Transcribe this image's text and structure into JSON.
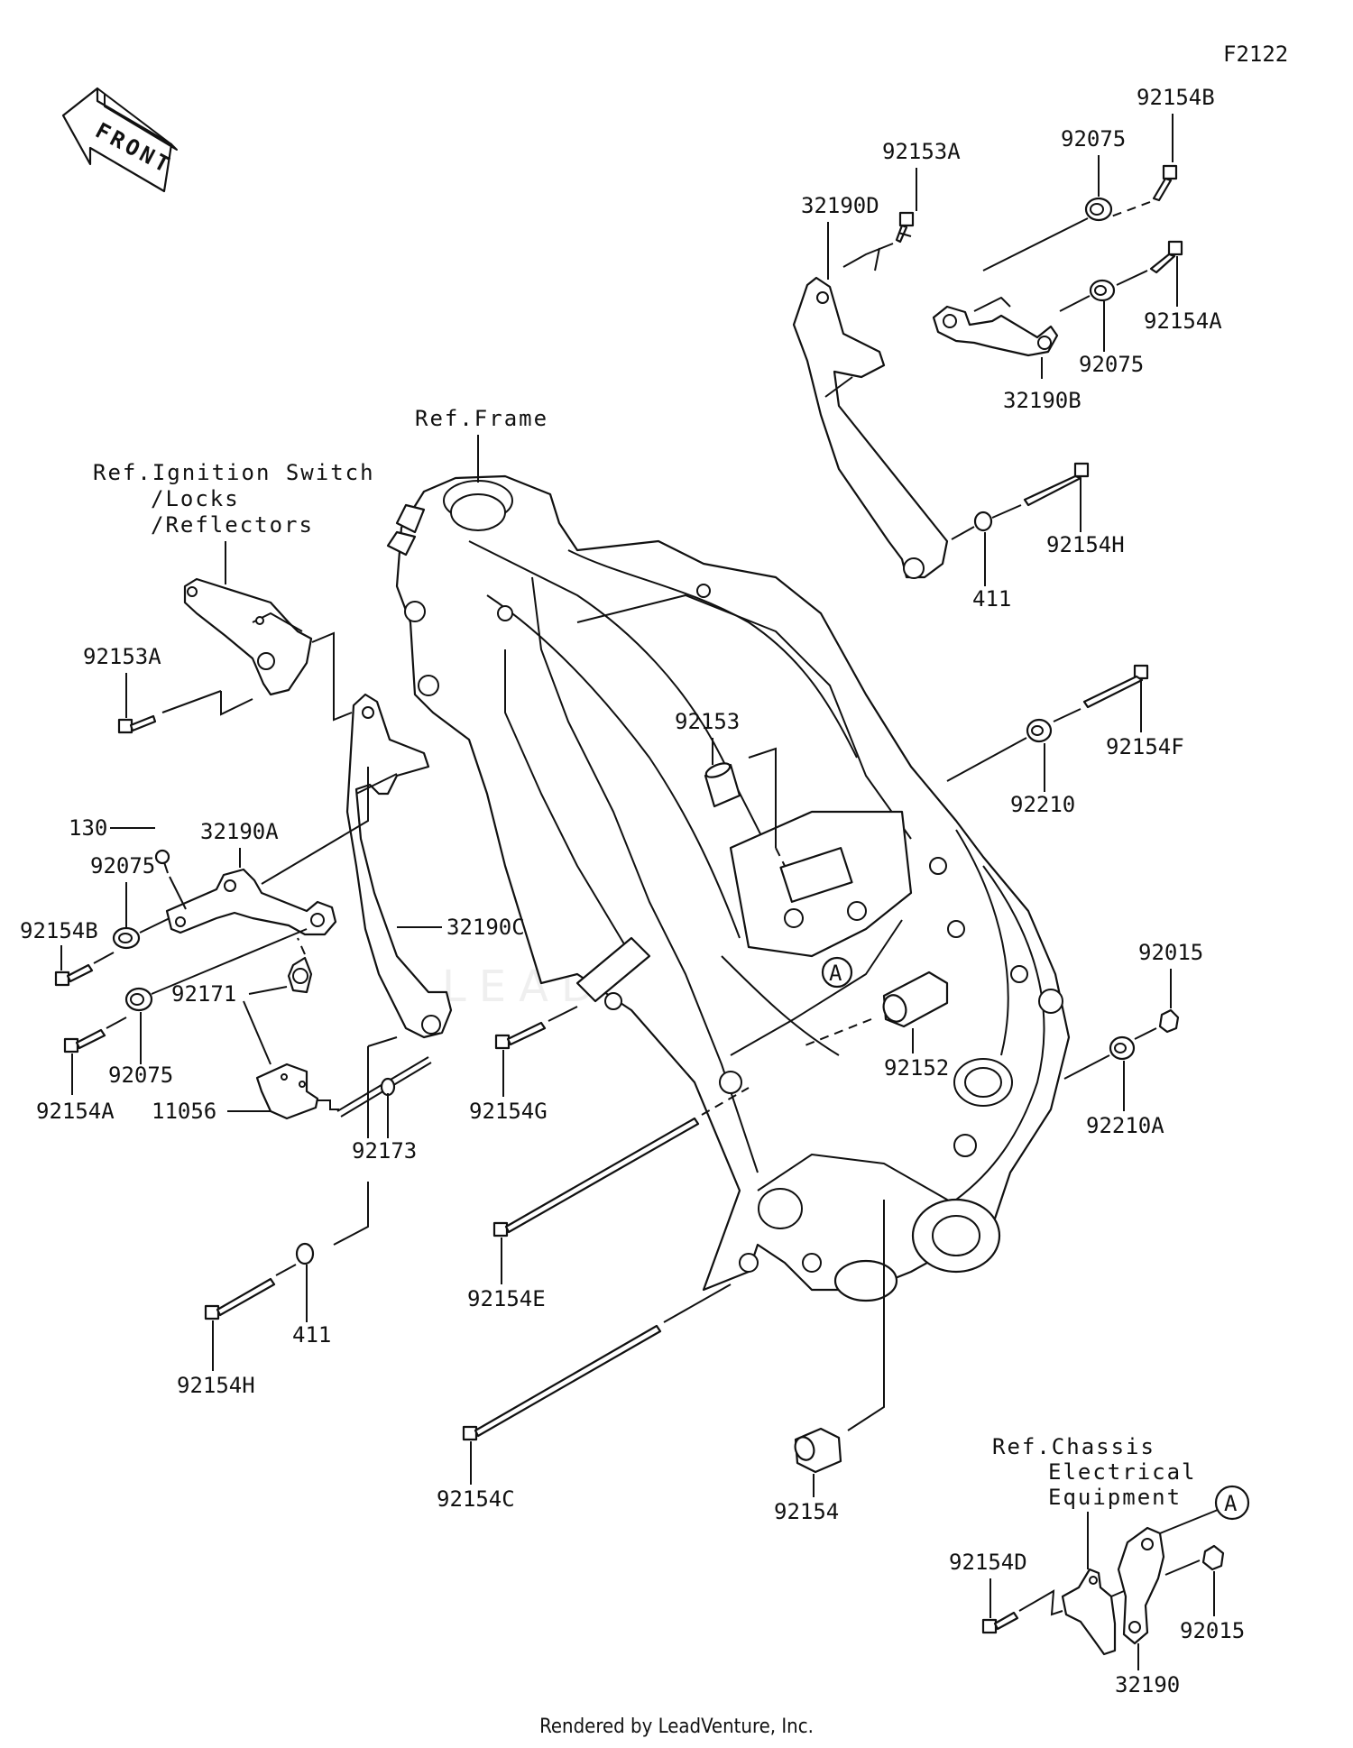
{
  "diagram_code": "F2122",
  "front_arrow": "FRONT",
  "watermark": "LEADVENTURE",
  "footer": "Rendered by LeadVenture, Inc.",
  "callout_letter": "A",
  "refs": {
    "frame": "Ref.Frame",
    "ignition_1": "Ref.Ignition Switch",
    "ignition_2": "/Locks",
    "ignition_3": "/Reflectors",
    "chassis_1": "Ref.Chassis",
    "chassis_2": "Electrical",
    "chassis_3": "Equipment"
  },
  "parts": {
    "p92154B_top": "92154B",
    "p92075_top": "92075",
    "p92153A_top": "92153A",
    "p32190D": "32190D",
    "p92154A_top": "92154A",
    "p92075_mid": "92075",
    "p32190B": "32190B",
    "p92154H_right": "92154H",
    "p411_right": "411",
    "p92153A_left": "92153A",
    "p32190A": "32190A",
    "p130": "130",
    "p92075_left": "92075",
    "p92154B_left": "92154B",
    "p32190C": "32190C",
    "p92153": "92153",
    "p92154F": "92154F",
    "p92210": "92210",
    "p92171": "92171",
    "p92075_left2": "92075",
    "p92154A_left": "92154A",
    "p11056": "11056",
    "p92173": "92173",
    "p92154G": "92154G",
    "p92152": "92152",
    "p92015_right": "92015",
    "p92210A": "92210A",
    "p92154E": "92154E",
    "p411_left": "411",
    "p92154H_left": "92154H",
    "p92154C": "92154C",
    "p92154": "92154",
    "p92154D": "92154D",
    "p32190": "32190",
    "p92015_bottom": "92015"
  }
}
